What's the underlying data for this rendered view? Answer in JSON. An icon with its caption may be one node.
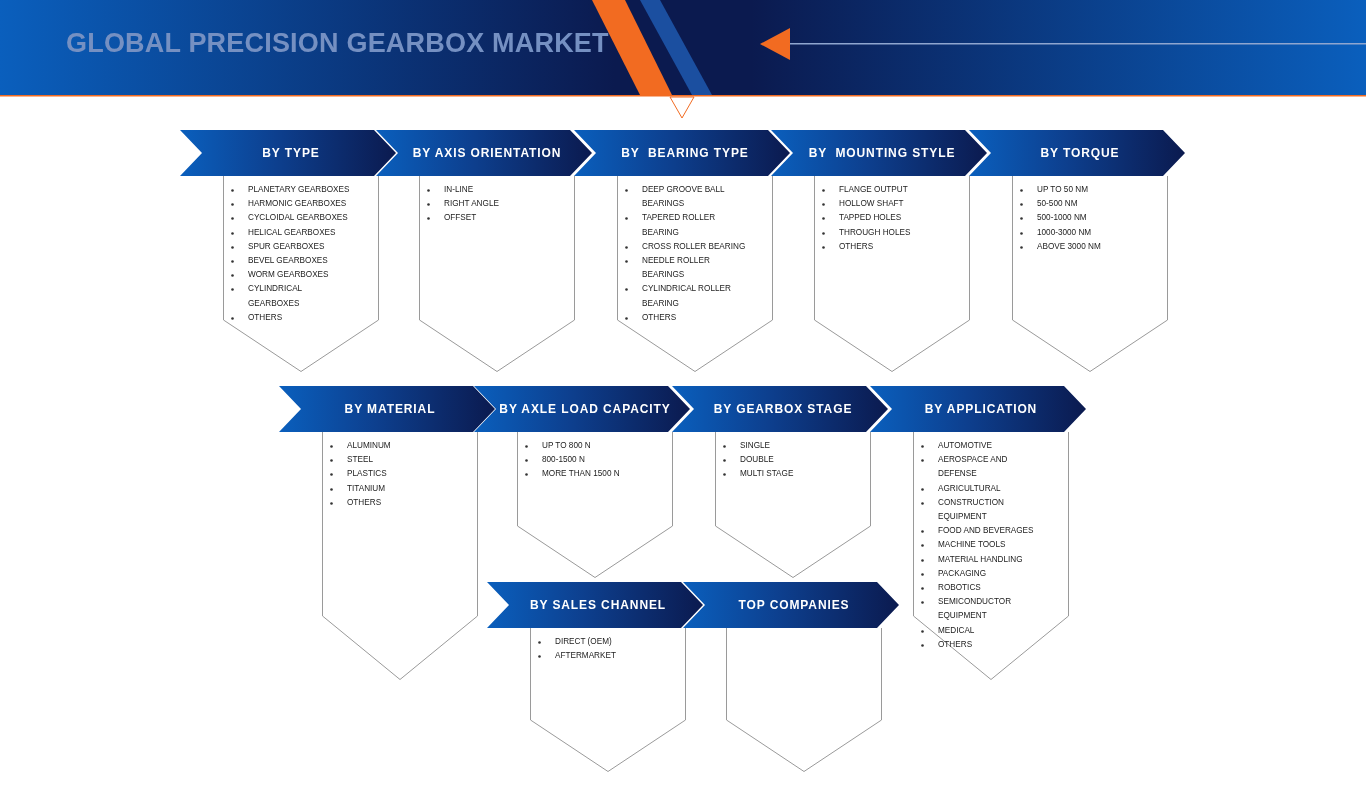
{
  "diagram": {
    "title": "GLOBAL PRECISION GEARBOX MARKET",
    "nodes": [
      {
        "text": [
          "BY TYPE",
          "PLANETARY GEARBOXES",
          "HARMONIC GEARBOXES",
          "CYCLOIDAL GEARBOXES",
          "HELICAL GEARBOXES",
          "SPUR GEARBOXES",
          "BEVEL GEARBOXES",
          "WORM GEARBOXES",
          "CYLINDRICAL GEARBOXES",
          "OTHERS"
        ]
      },
      {
        "text": [
          "BY AXIS ORIENTATION",
          "IN-LINE",
          "RIGHT ANGLE",
          "OFFSET"
        ]
      },
      {
        "text": [
          "BY  BEARING TYPE",
          "DEEP GROOVE BALL BEARINGS",
          "TAPERED ROLLER BEARING",
          "CROSS ROLLER BEARING",
          "NEEDLE ROLLER BEARINGS",
          "CYLINDRICAL ROLLER BEARING",
          "OTHERS"
        ]
      },
      {
        "text": [
          "BY  MOUNTING STYLE",
          "FLANGE OUTPUT",
          "HOLLOW SHAFT",
          "TAPPED HOLES",
          "THROUGH HOLES",
          "OTHERS"
        ]
      },
      {
        "text": [
          "BY TORQUE",
          "UP TO 50 NM",
          "50-500 NM",
          "500-1000 NM",
          "1000-3000 NM",
          "ABOVE 3000 NM"
        ]
      },
      {
        "text": [
          "BY MATERIAL",
          "ALUMINUM",
          "STEEL",
          "PLASTICS",
          "TITANIUM",
          "OTHERS"
        ]
      },
      {
        "text": [
          "BY AXLE LOAD CAPACITY",
          "UP TO 800 N",
          "800-1500 N",
          "MORE THAN 1500 N"
        ]
      },
      {
        "text": [
          "BY GEARBOX STAGE",
          "SINGLE",
          "DOUBLE",
          "MULTI STAGE"
        ]
      },
      {
        "text": [
          "BY APPLICATION",
          "AUTOMOTIVE",
          "AEROSPACE AND DEFENSE",
          "AGRICULTURAL",
          "CONSTRUCTION EQUIPMENT",
          "FOOD AND BEVERAGES",
          "MACHINE TOOLS",
          "MATERIAL HANDLING",
          "PACKAGING",
          "ROBOTICS",
          "SEMICONDUCTOR EQUIPMENT",
          "MEDICAL",
          "OTHERS"
        ]
      },
      {
        "text": [
          "BY SALES CHANNEL",
          "DIRECT (OEM)",
          "AFTERMARKET"
        ]
      },
      {
        "text": [
          "TOP COMPANIES"
        ]
      }
    ],
    "edges": []
  }
}
